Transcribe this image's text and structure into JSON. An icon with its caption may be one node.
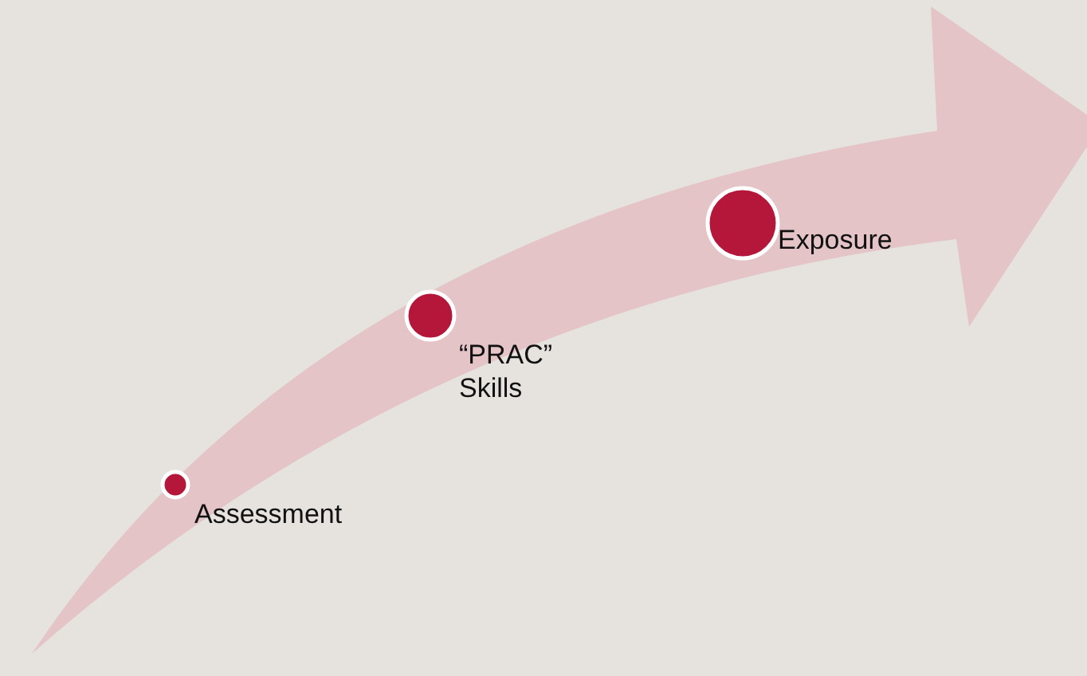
{
  "diagram": {
    "nodes": [
      {
        "text": [
          "Assessment"
        ]
      },
      {
        "text": [
          "“PRAC” Skills"
        ]
      },
      {
        "text": [
          "Exposure"
        ]
      }
    ]
  }
}
